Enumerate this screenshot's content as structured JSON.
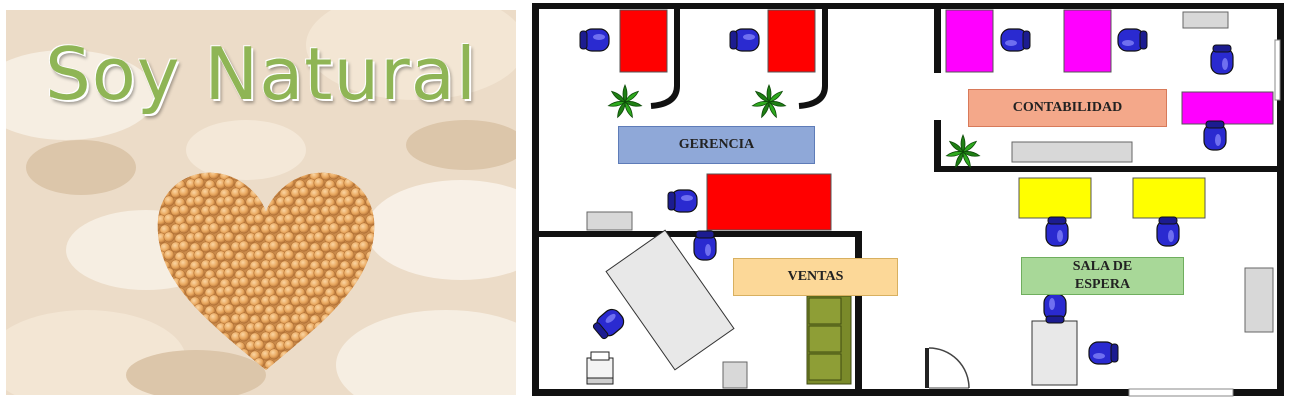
{
  "logo": {
    "title": "Soy Natural",
    "title_color": "#8fb555",
    "background": "#ecdcc8",
    "bean_color": "#e9a85f",
    "icon": "heart-of-soybeans-icon"
  },
  "floor_plan": {
    "rooms": {
      "gerencia": "GERENCIA",
      "contabilidad": "CONTABILIDAD",
      "ventas": "VENTAS",
      "sala_de_espera": "SALA DE ESPERA"
    },
    "colors": {
      "wall": "#111111",
      "gerencia_desk": "#ff0000",
      "contabilidad_desk": "#ff00ff",
      "espera_table": "#ffff00",
      "chair": "#2a2ad0",
      "sofa": "#7a8a2a",
      "plant": "#2eaa1e",
      "gerencia_label_bg": "#8fa8d8",
      "contabilidad_label_bg": "#f4a88a",
      "ventas_label_bg": "#fcd898",
      "espera_label_bg": "#a8d898"
    },
    "icons": [
      "chair-icon",
      "plant-icon",
      "sofa-icon",
      "printer-icon",
      "door-icon"
    ]
  }
}
